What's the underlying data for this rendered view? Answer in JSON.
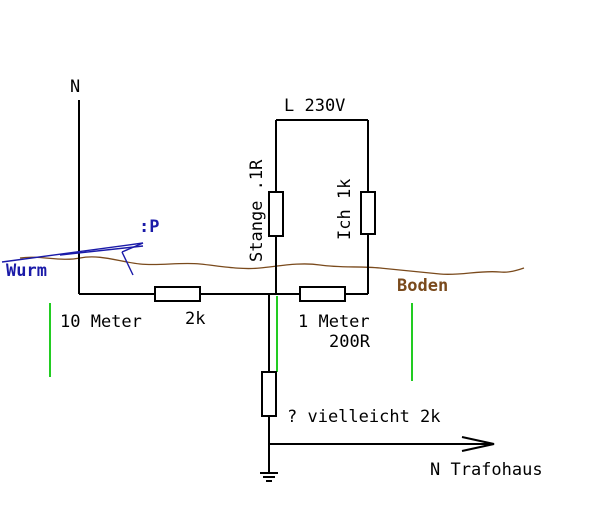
{
  "labels": {
    "n_top": "N",
    "l_supply": "L 230V",
    "stange": "Stange .1R",
    "ich": "Ich 1k",
    "smiley": ":P",
    "wurm": "Wurm",
    "boden": "Boden",
    "ten_meter": "10 Meter",
    "two_k": "2k",
    "one_meter": "1 Meter",
    "two_hundred_r": "200R",
    "vielleicht": "? vielleicht 2k",
    "n_trafohaus": "N Trafohaus"
  },
  "colors": {
    "wire": "#000000",
    "wurm": "#1a1aa8",
    "boden": "#7a4a1c",
    "green_marker": "#22cc22"
  }
}
